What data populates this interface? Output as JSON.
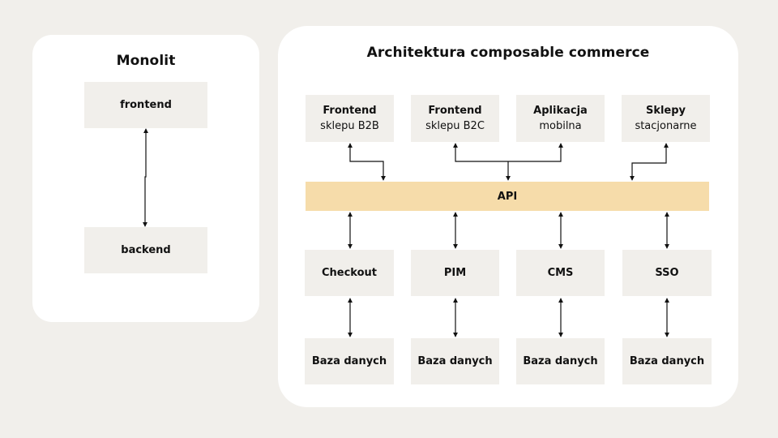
{
  "monolith": {
    "title": "Monolit",
    "frontend": "frontend",
    "backend": "backend"
  },
  "composable": {
    "title": "Architektura composable commerce",
    "frontends": [
      {
        "line1": "Frontend",
        "line2": "sklepu B2B"
      },
      {
        "line1": "Frontend",
        "line2": "sklepu B2C"
      },
      {
        "line1": "Aplikacja",
        "line2": "mobilna"
      },
      {
        "line1": "Sklepy",
        "line2": "stacjonarne"
      }
    ],
    "api": "API",
    "services": [
      "Checkout",
      "PIM",
      "CMS",
      "SSO"
    ],
    "databases": [
      "Baza danych",
      "Baza danych",
      "Baza danych",
      "Baza danych"
    ]
  },
  "colors": {
    "background": "#f1efeb",
    "panel": "#ffffff",
    "box": "#f1efeb",
    "api": "#f6dcaa",
    "line": "#111111"
  }
}
